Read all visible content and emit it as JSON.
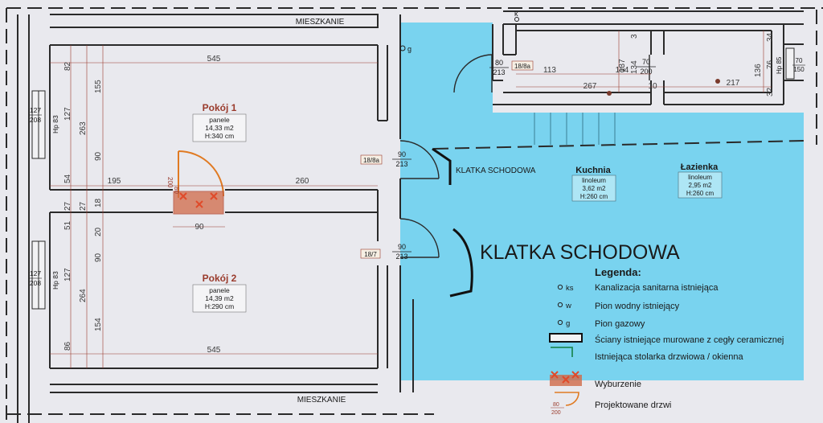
{
  "colors": {
    "background": "#e9e9ee",
    "wall": "#2a2a2a",
    "stair_highlight": "#6fd0ef",
    "dimension": "#9a3b2c",
    "demolition": "#e04a2a",
    "new_door": "#e07a22"
  },
  "labels": {
    "mieszkanie_top": "MIESZKANIE",
    "mieszkanie_bottom": "MIESZKANIE",
    "klatka_small": "KLATKA SCHODOWA",
    "klatka_big": "KLATKA SCHODOWA"
  },
  "rooms": {
    "pokoj1": {
      "name": "Pokój 1",
      "floor": "panele",
      "area": "14,33 m2",
      "height": "H:340 cm"
    },
    "pokoj2": {
      "name": "Pokój 2",
      "floor": "panele",
      "area": "14,39 m2",
      "height": "H:290 cm"
    },
    "kuchnia": {
      "name": "Kuchnia",
      "floor": "linoleum",
      "area": "3,62 m2",
      "height": "H:260 cm"
    },
    "lazienka": {
      "name": "Łazienka",
      "floor": "linoleum",
      "area": "2,95 m2",
      "height": "H:260 cm"
    }
  },
  "doors": {
    "d1": {
      "tag": "18/8a",
      "width": "90",
      "height": "213"
    },
    "d2": {
      "tag": "18/7",
      "width": "90",
      "height": "213"
    },
    "d3": {
      "tag": "18/8a",
      "width": "80",
      "height": "213"
    },
    "new_door": {
      "width": "80",
      "height": "200"
    },
    "kitchen_door": {
      "width": "70",
      "height": "200"
    },
    "bath_window": {
      "width": "70",
      "height": "150"
    },
    "window_left_1": {
      "width": "127",
      "height": "208",
      "hp": "Hp 83"
    },
    "window_left_2": {
      "width": "127",
      "height": "208",
      "hp": "Hp 83"
    },
    "window_right": {
      "hp": "Hp 85"
    }
  },
  "dimensions": {
    "top_545": "545",
    "bottom_545": "545",
    "w195": "195",
    "w260": "260",
    "w90": "90",
    "v82": "82",
    "v155": "155",
    "v263": "263",
    "v127a": "127",
    "v90a": "90",
    "v54": "54",
    "v27a": "27",
    "v18a": "18",
    "v27b": "27",
    "v51": "51",
    "v20": "20",
    "v90b": "90",
    "v264": "264",
    "v127b": "127",
    "v154": "154",
    "v86": "86",
    "w113": "113",
    "w154": "154",
    "w267": "267",
    "w10": "10",
    "w217": "217",
    "v3": "3",
    "v137": "137",
    "v134": "134",
    "v136": "136",
    "v76": "76",
    "v34": "34",
    "v32": "32"
  },
  "symbols": {
    "g_top": "g",
    "k_top": "k"
  },
  "legend": {
    "title": "Legenda:",
    "items": [
      {
        "symbol": "ks",
        "text": "Kanalizacja sanitarna istniejąca"
      },
      {
        "symbol": "w",
        "text": "Pion wodny istniejący"
      },
      {
        "symbol": "g",
        "text": "Pion gazowy"
      },
      {
        "symbol": "",
        "text": "Ściany istniejące  murowane z cegły ceramicznej"
      },
      {
        "symbol": "",
        "text": "Istniejąca stolarka drzwiowa / okienna"
      },
      {
        "symbol": "",
        "text": "Wyburzenie"
      },
      {
        "symbol": "",
        "text": "Projektowane drzwi"
      }
    ],
    "new_door_w": "80",
    "new_door_h": "200"
  }
}
